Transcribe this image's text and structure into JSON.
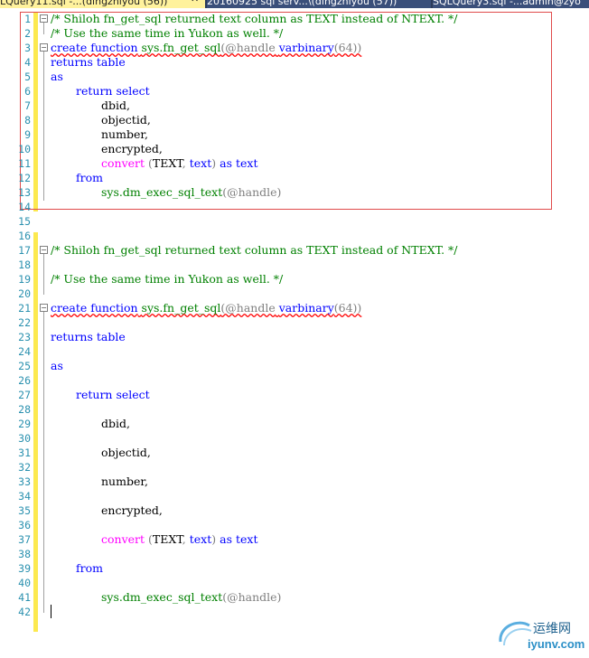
{
  "tabs": [
    {
      "label": "LQuery11.sql -...(dingzhiyou (56))",
      "close": "✕",
      "active": true
    },
    {
      "label": "20160925 sql serv...\\(dingzhiyou (57))",
      "active": false
    },
    {
      "label": "SQLQuery3.sql -...admin@zyo",
      "active": false
    }
  ],
  "colors": {
    "comment": "#008000",
    "keyword": "#0000ff",
    "function": "#ff00ff",
    "system_object": "#008000",
    "line_number": "#2b91af",
    "highlight_box": "#e04b4b",
    "tab_active": "#fff29d",
    "tab_inactive": "#3a4f7a"
  },
  "code": {
    "line_numbers": [
      "1",
      "2",
      "3",
      "4",
      "5",
      "6",
      "7",
      "8",
      "9",
      "10",
      "11",
      "12",
      "13",
      "14",
      "15",
      "16",
      "17",
      "18",
      "19",
      "20",
      "21",
      "22",
      "23",
      "24",
      "25",
      "26",
      "27",
      "28",
      "29",
      "30",
      "31",
      "32",
      "33",
      "34",
      "35",
      "36",
      "37",
      "38",
      "39",
      "40",
      "41",
      "42"
    ],
    "comment1": "/* Shiloh fn_get_sql returned text column as TEXT instead of NTEXT. */",
    "comment2": "/* Use the same time in Yukon as well. */",
    "create_kw": "create function",
    "func_name": "sys.fn_get_sql",
    "param_open": "(@handle",
    "param_type": "varbinary",
    "param_size": "(64))",
    "returns": "returns table",
    "as": "as",
    "return_select": "return select",
    "dbid": "dbid,",
    "objectid": "objectid,",
    "number": "number,",
    "encrypted": "encrypted,",
    "convert": "convert",
    "convert_args_open": "(",
    "convert_text1": "TEXT",
    "convert_comma": ",",
    "convert_text2": "text",
    "convert_close": ")",
    "as_kw": "as",
    "text_type": "text",
    "from": "from",
    "dmv": "sys.dm_exec_sql_text",
    "dmv_arg": "(@handle)"
  },
  "watermark": {
    "name": "运维网",
    "domain": "iyunv.com"
  }
}
